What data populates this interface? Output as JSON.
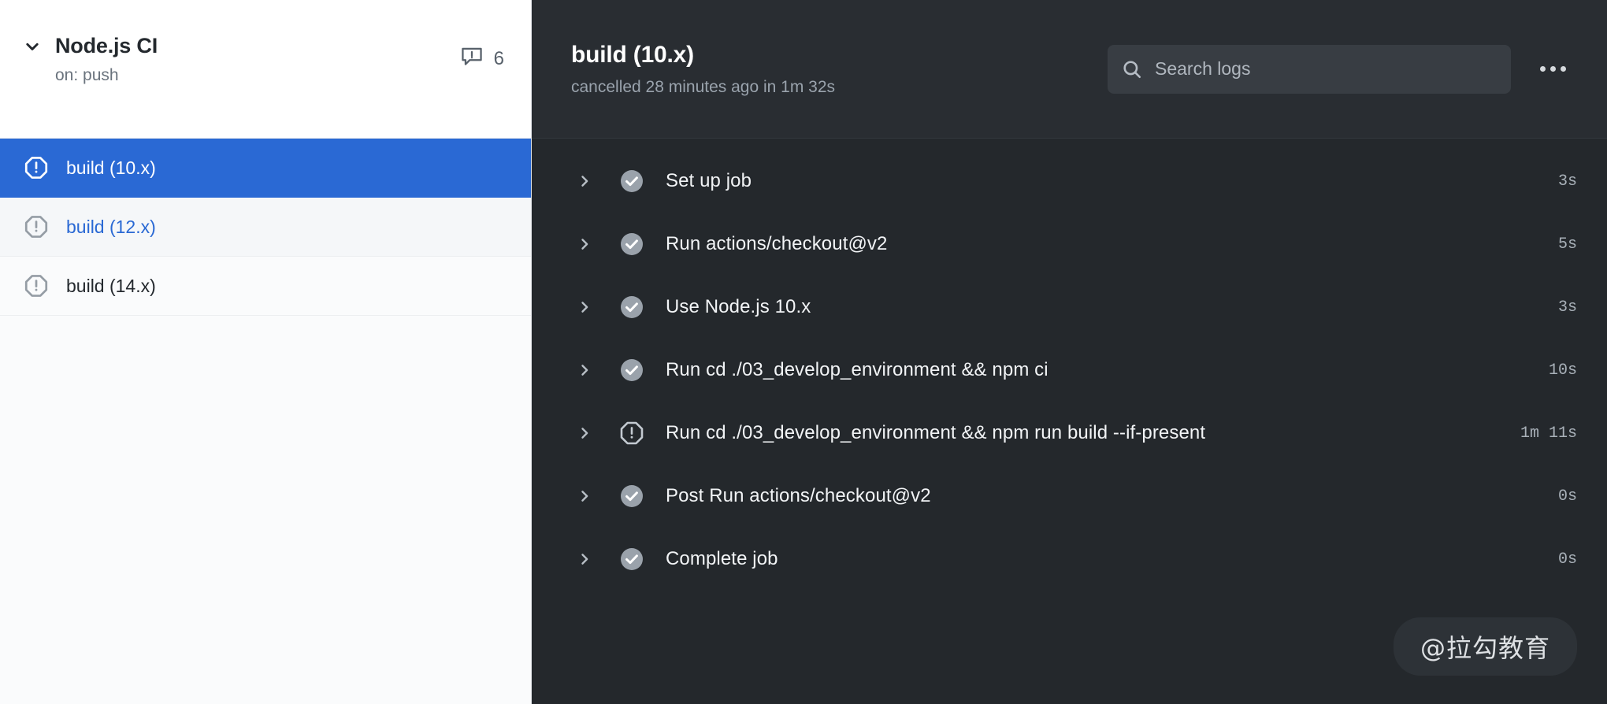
{
  "sidebar": {
    "workflow": {
      "name": "Node.js CI",
      "trigger": "on: push",
      "annotation_count": "6",
      "chevron_icon": "chevron-down-icon",
      "annotation_icon": "annotation-alert-icon"
    },
    "jobs": [
      {
        "label": "build (10.x)",
        "status": "cancelled",
        "icon": "octagon-alert-icon",
        "state": "selected"
      },
      {
        "label": "build (12.x)",
        "status": "cancelled",
        "icon": "octagon-alert-icon",
        "state": "hovered"
      },
      {
        "label": "build (14.x)",
        "status": "cancelled",
        "icon": "octagon-alert-icon",
        "state": "default"
      }
    ]
  },
  "logs": {
    "title": "build (10.x)",
    "subtitle": "cancelled 28 minutes ago in 1m 32s",
    "search": {
      "placeholder": "Search logs",
      "value": "",
      "icon": "search-icon"
    },
    "menu_icon": "kebab-menu-icon",
    "steps": [
      {
        "label": "Set up job",
        "duration": "3s",
        "status": "success",
        "icon": "check-circle-icon"
      },
      {
        "label": "Run actions/checkout@v2",
        "duration": "5s",
        "status": "success",
        "icon": "check-circle-icon"
      },
      {
        "label": "Use Node.js 10.x",
        "duration": "3s",
        "status": "success",
        "icon": "check-circle-icon"
      },
      {
        "label": "Run cd ./03_develop_environment && npm ci",
        "duration": "10s",
        "status": "success",
        "icon": "check-circle-icon"
      },
      {
        "label": "Run cd ./03_develop_environment && npm run build --if-present",
        "duration": "1m 11s",
        "status": "cancelled",
        "icon": "octagon-alert-icon"
      },
      {
        "label": "Post Run actions/checkout@v2",
        "duration": "0s",
        "status": "success",
        "icon": "check-circle-icon"
      },
      {
        "label": "Complete job",
        "duration": "0s",
        "status": "success",
        "icon": "check-circle-icon"
      }
    ]
  },
  "watermark": {
    "text": "@拉勾教育"
  },
  "colors": {
    "selected_job_bg": "#2a69d4",
    "link_blue": "#2a69d4",
    "panel_bg": "#24282c",
    "panel_header_bg": "#292d32",
    "search_bg": "#383d43"
  }
}
